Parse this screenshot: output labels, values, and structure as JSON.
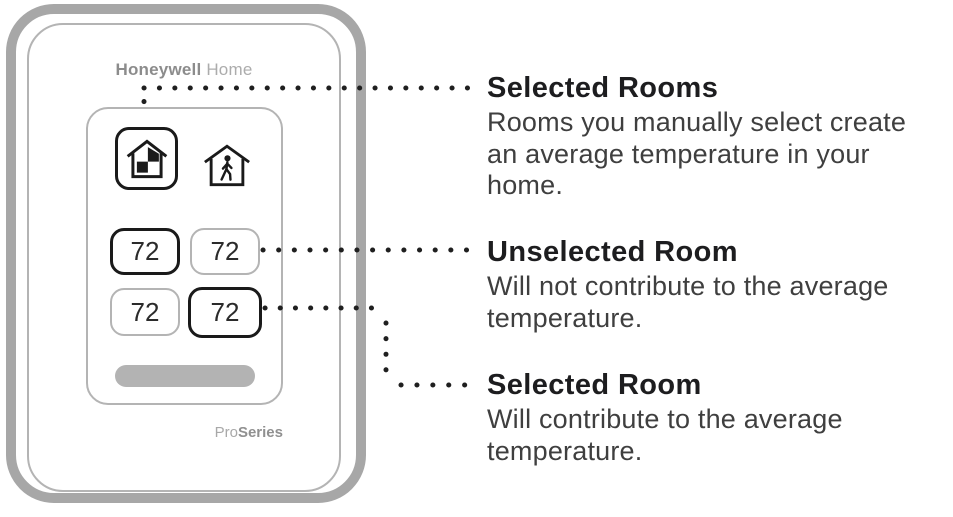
{
  "device": {
    "brand_bold": "Honeywell",
    "brand_light": "Home",
    "series_light": "Pro",
    "series_bold": "Series",
    "mode_icons": [
      {
        "name": "home-selected-rooms-icon",
        "selected": true
      },
      {
        "name": "away-icon",
        "selected": false
      }
    ],
    "rooms": [
      {
        "value": "72",
        "state": "selected"
      },
      {
        "value": "72",
        "state": "unselected"
      },
      {
        "value": "72",
        "state": "unselected"
      },
      {
        "value": "72",
        "state": "selected"
      }
    ]
  },
  "annotations": [
    {
      "title": "Selected Rooms",
      "lines": [
        "Rooms you manually select create",
        "an average temperature in your",
        "home."
      ]
    },
    {
      "title": "Unselected Room",
      "lines": [
        "Will not contribute to the average",
        "temperature."
      ]
    },
    {
      "title": "Selected Room",
      "lines": [
        "Will contribute to the average",
        "temperature."
      ]
    }
  ],
  "colors": {
    "frame_gray": "#a7a7a7",
    "thin_border_gray": "#b4b4b4",
    "pill_gray": "#b3b3b3",
    "selected_border": "#1a1a1a",
    "dot_color": "#1f1f1f",
    "heading_text": "#1d1d1f",
    "body_text": "#3f3f3f",
    "brand_bold_gray": "#8c8c8c",
    "brand_light_gray": "#acacac"
  }
}
